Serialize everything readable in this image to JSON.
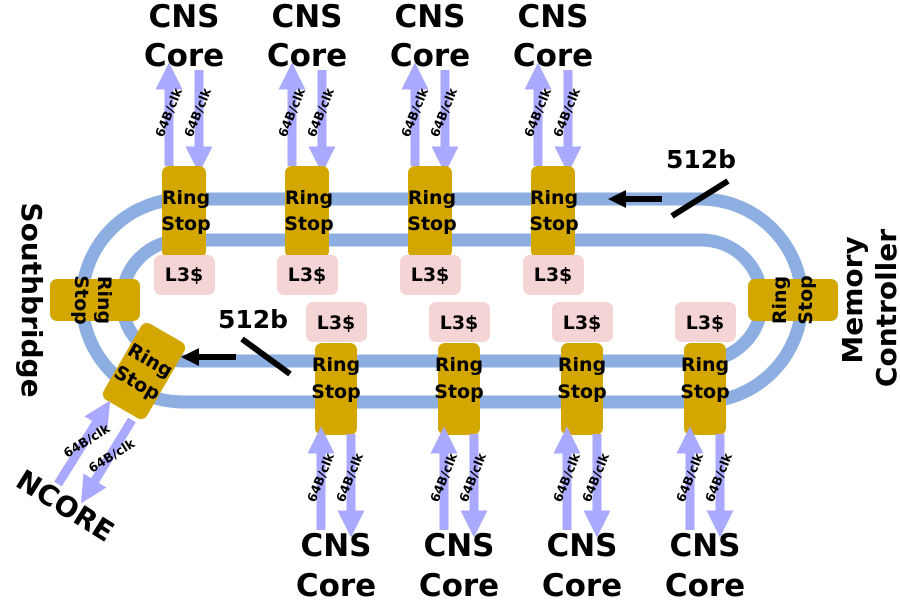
{
  "colors": {
    "ring": "#8caee0",
    "ring_stop": "#d4a600",
    "l3_cache": "#f4d4d4",
    "link_arrow": "#a9a9ff",
    "text": "#000000"
  },
  "labels": {
    "core_line1": "CNS",
    "core_line2": "Core",
    "ring_stop_line1": "Ring",
    "ring_stop_line2": "Stop",
    "l3_cache": "L3$",
    "core_link_rate": "64B/clk",
    "ring_width_top": "512b",
    "ring_width_bottom": "512b",
    "southbridge": "Southbridge",
    "memory_controller_line1": "Memory",
    "memory_controller_line2": "Controller",
    "ncore": "NCORE"
  }
}
